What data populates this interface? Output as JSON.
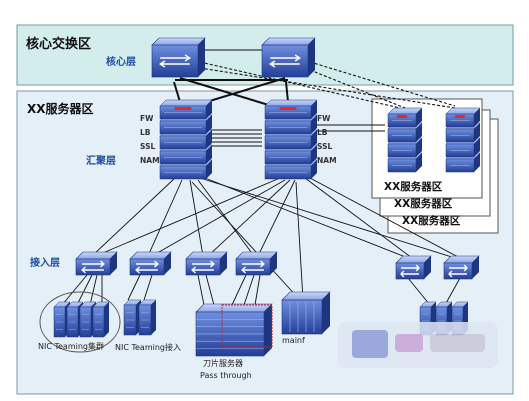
{
  "zones": {
    "core_title": "核心交换区",
    "server_title": "XX服务器区",
    "sub_zones": [
      "XX服务器区",
      "XX服务器区",
      "XX服务器区"
    ]
  },
  "layers": {
    "core": "核心层",
    "aggregation": "汇聚层",
    "access": "接入层"
  },
  "services": [
    "FW",
    "LB",
    "SSL",
    "NAM"
  ],
  "captions": {
    "nic_cluster": "NIC Teaming集群",
    "nic_access": "NIC Teaming接入",
    "blade_line1": "刀片服务器",
    "blade_line2": "Pass through",
    "mainframe": "mainf"
  },
  "colors": {
    "core_bg": "#d3ecec",
    "server_bg": "#e4eff8",
    "device_blue": "#2c4fb0",
    "link_line": "#111111",
    "layer_text": "#1d4fa3"
  },
  "icons": [
    "switch-icon",
    "server-stack-icon",
    "blade-server-icon",
    "mainframe-icon"
  ]
}
